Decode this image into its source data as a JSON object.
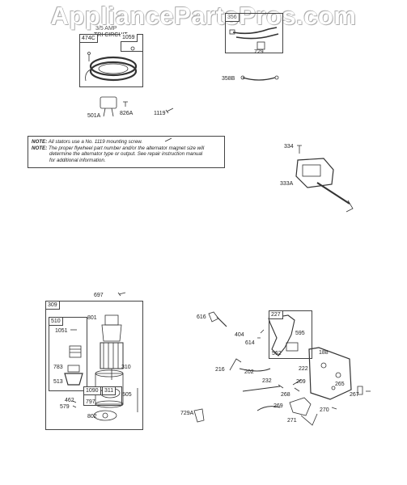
{
  "watermark": "AppliancePartsPros.com",
  "groups": {
    "alternator_header": "TRI CIRCUIT",
    "alternator_header_top": "3/5 AMP",
    "box_474C": "474C",
    "box_1059": "1059",
    "box_356": "356",
    "box_309": "309",
    "box_510": "510",
    "box_1090": "1090",
    "box_311": "311",
    "box_227": "227"
  },
  "notes": {
    "note1_prefix": "NOTE:",
    "note1_text": "All stators use a No. 1119 mounting screw.",
    "note2_prefix": "NOTE:",
    "note2_text_1": "The proper flywheel part number and/or the alternator magnet size will",
    "note2_text_2": "determine the alternator type or output. See repair instruction manual",
    "note2_text_3": "for additional information."
  },
  "parts": {
    "p729": "729",
    "p358B": "358B",
    "p501A": "501A",
    "p826A": "826A",
    "p1119": "1119",
    "p334": "334",
    "p333A": "333A",
    "p697": "697",
    "p801": "801",
    "p1051": "1051",
    "p783": "783",
    "p513": "513",
    "p310": "310",
    "p797": "797",
    "p462": "462",
    "p579": "579",
    "p505": "505",
    "p802": "802",
    "p729A": "729A",
    "p616": "616",
    "p404": "404",
    "p614": "614",
    "p216": "216",
    "p202": "202",
    "p232": "232",
    "p595": "595",
    "p562": "562",
    "p188": "188",
    "p222": "222",
    "p209": "209",
    "p265": "265",
    "p267": "267",
    "p268": "268",
    "p269": "269",
    "p270": "270",
    "p271": "271"
  }
}
